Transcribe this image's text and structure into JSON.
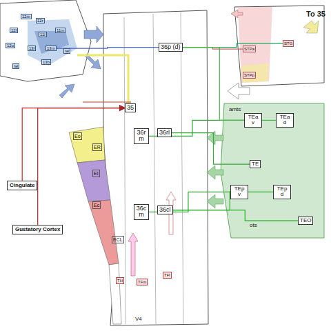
{
  "diagram": {
    "nodes": [
      {
        "text": [
          "Cingulate"
        ]
      },
      {
        "text": [
          "Gustatory Cortex"
        ]
      },
      {
        "text": [
          "36p (d)"
        ]
      },
      {
        "text": [
          "35"
        ]
      },
      {
        "text": [
          "36r m"
        ]
      },
      {
        "text": [
          "36rl"
        ]
      },
      {
        "text": [
          "36c m"
        ]
      },
      {
        "text": [
          "36cl"
        ]
      },
      {
        "text": [
          "Eo"
        ]
      },
      {
        "text": [
          "ER"
        ]
      },
      {
        "text": [
          "EI"
        ]
      },
      {
        "text": [
          "Ec"
        ]
      },
      {
        "text": [
          "ECL"
        ]
      },
      {
        "text": [
          "TEa v"
        ]
      },
      {
        "text": [
          "TEa d"
        ]
      },
      {
        "text": [
          "TE"
        ]
      },
      {
        "text": [
          "TEp v"
        ]
      },
      {
        "text": [
          "TEp d"
        ]
      },
      {
        "text": [
          "TEO"
        ]
      },
      {
        "text": [
          "STPa"
        ]
      },
      {
        "text": [
          "STG"
        ]
      },
      {
        "text": [
          "STPp"
        ]
      },
      {
        "text": [
          "TH"
        ]
      },
      {
        "text": [
          "TFm"
        ]
      },
      {
        "text": [
          "TFl"
        ]
      },
      {
        "text": [
          "12l"
        ]
      },
      {
        "text": [
          "12m"
        ]
      },
      {
        "text": [
          "12r"
        ]
      },
      {
        "text": [
          "12o"
        ]
      },
      {
        "text": [
          "11l"
        ]
      },
      {
        "text": [
          "11m"
        ]
      },
      {
        "text": [
          "13l"
        ]
      },
      {
        "text": [
          "13m"
        ]
      },
      {
        "text": [
          "13b"
        ]
      },
      {
        "text": [
          "Iai"
        ]
      },
      {
        "text": [
          "Ial"
        ]
      }
    ],
    "edges": [
      {
        "from": 0,
        "to": 3,
        "arrow": "to"
      },
      {
        "from": 1,
        "to": 3,
        "arrow": "to"
      },
      {
        "from": 19,
        "to": 2,
        "arrow": "none"
      },
      {
        "from": 20,
        "to": 2,
        "arrow": "none"
      },
      {
        "from": 13,
        "to": 4,
        "arrow": "none"
      },
      {
        "from": 14,
        "to": 2,
        "arrow": "none"
      },
      {
        "from": 15,
        "to": 5,
        "arrow": "none"
      },
      {
        "from": 16,
        "to": 6,
        "arrow": "none"
      },
      {
        "from": 17,
        "to": 7,
        "arrow": "none"
      },
      {
        "from": 18,
        "to": 7,
        "arrow": "none"
      },
      {
        "from": 32,
        "to": 2,
        "arrow": "none"
      }
    ],
    "labels": [
      "amts",
      "ots",
      "V4",
      "To 35"
    ]
  }
}
